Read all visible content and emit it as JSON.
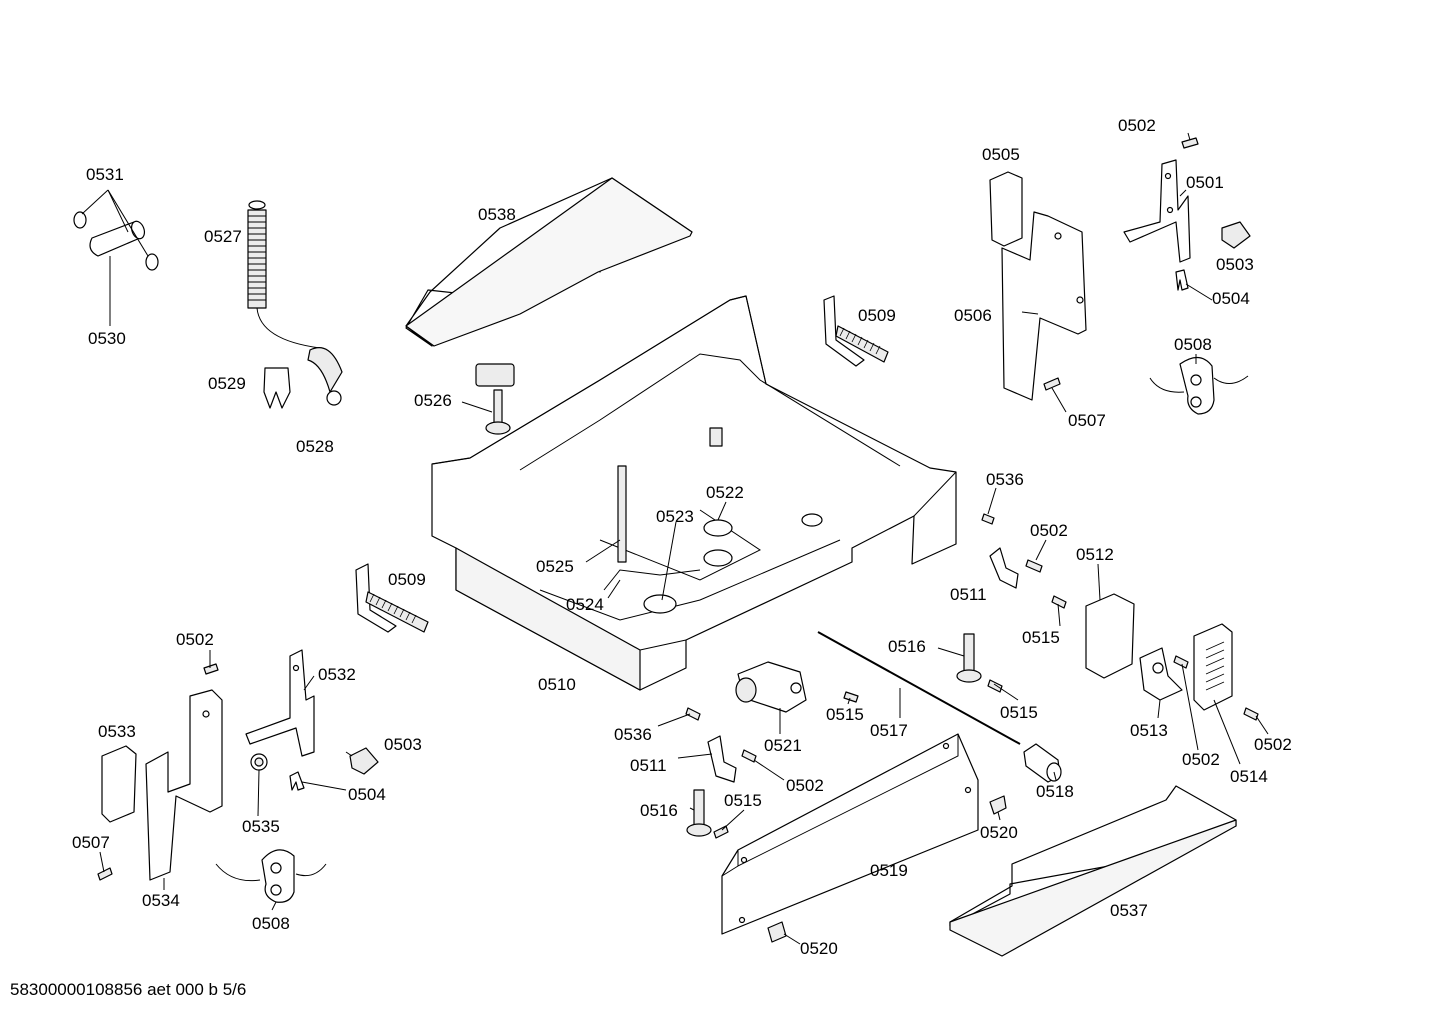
{
  "footer": "58300000108856 aet 000 b 5/6",
  "labels": {
    "l0531": "0531",
    "l0530": "0530",
    "l0527": "0527",
    "l0529": "0529",
    "l0528": "0528",
    "l0538": "0538",
    "l0526": "0526",
    "l0509a": "0509",
    "l0509b": "0509",
    "l0505": "0505",
    "l0502a": "0502",
    "l0501": "0501",
    "l0503a": "0503",
    "l0504a": "0504",
    "l0506": "0506",
    "l0507a": "0507",
    "l0508a": "0508",
    "l0522": "0522",
    "l0523": "0523",
    "l0525": "0525",
    "l0524": "0524",
    "l0510": "0510",
    "l0536a": "0536",
    "l0502b": "0502",
    "l0512": "0512",
    "l0511a": "0511",
    "l0515a": "0515",
    "l0516a": "0516",
    "l0515b": "0515",
    "l0515c": "0515",
    "l0517": "0517",
    "l0513": "0513",
    "l0502c": "0502",
    "l0514": "0514",
    "l0502d": "0502",
    "l0502e": "0502",
    "l0532": "0532",
    "l0533": "0533",
    "l0503b": "0503",
    "l0504b": "0504",
    "l0535": "0535",
    "l0507b": "0507",
    "l0534": "0534",
    "l0508b": "0508",
    "l0536b": "0536",
    "l0521": "0521",
    "l0511b": "0511",
    "l0502f": "0502",
    "l0516b": "0516",
    "l0515d": "0515",
    "l0518": "0518",
    "l0520a": "0520",
    "l0519": "0519",
    "l0520b": "0520",
    "l0537": "0537"
  }
}
